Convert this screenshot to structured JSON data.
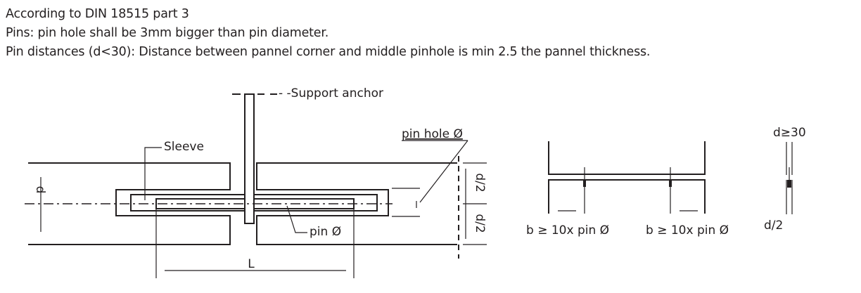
{
  "notes": [
    "According to DIN 18515 part 3",
    "Pins: pin hole shall be 3mm bigger than pin diameter.",
    "Pin distances (d<30): Distance between pannel corner and middle pinhole is min 2.5 the pannel thickness."
  ],
  "section_diagram": {
    "support_anchor": "- -Support anchor",
    "sleeve": "Sleeve",
    "pin_hole": "pin hole Ø",
    "pin": "pin Ø",
    "d": "d",
    "d_half_top": "d/2",
    "d_half_bottom": "d/2",
    "length": "L"
  },
  "spacing_diagram": {
    "left_label": "b ≥ 10x pin Ø",
    "right_label": "b ≥ 10x pin Ø"
  },
  "thin_panel_diagram": {
    "top_label": "d≥30",
    "bottom_label": "d/2"
  },
  "colors": {
    "ink": "#231f20",
    "background": "#ffffff"
  }
}
